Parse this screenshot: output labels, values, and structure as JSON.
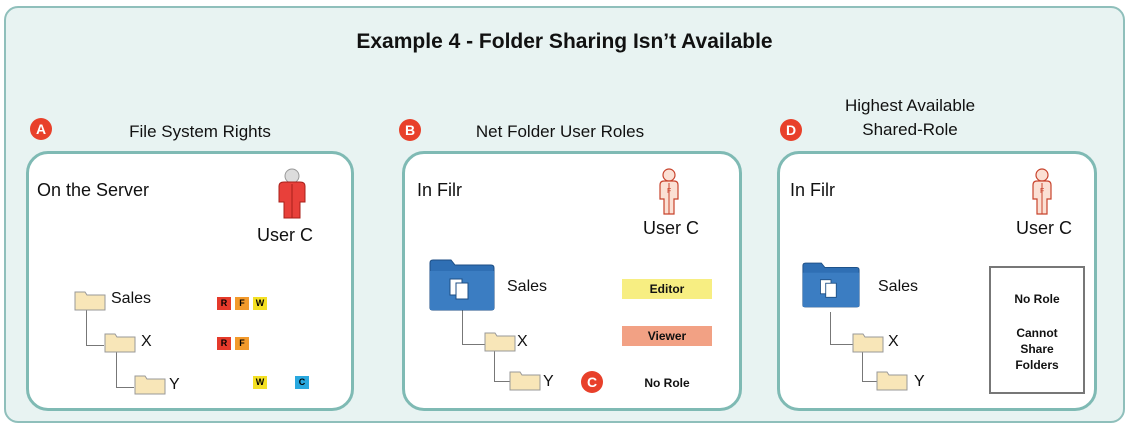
{
  "title": "Example 4 - Folder Sharing Isn’t Available",
  "sections": {
    "a": {
      "badge": "A",
      "title": "File System Rights",
      "location": "On the Server",
      "user": "User C"
    },
    "b": {
      "badge": "B",
      "title": "Net Folder User Roles",
      "location": "In Filr",
      "user": "User C"
    },
    "d": {
      "badge": "D",
      "title_line1": "Highest Available",
      "title_line2": "Shared-Role",
      "location": "In Filr",
      "user": "User C"
    }
  },
  "folders": {
    "sales": "Sales",
    "x": "X",
    "y": "Y"
  },
  "rights": {
    "sales": [
      "R",
      "F",
      "W"
    ],
    "x": [
      "R",
      "F"
    ],
    "y": [
      "W",
      "C"
    ]
  },
  "rights_colors": {
    "R": "#e53a2b",
    "F": "#f39a2b",
    "W": "#f4e023",
    "C": "#29a8df"
  },
  "roles": {
    "sales": "Editor",
    "x": "Viewer",
    "y": "No Role",
    "badge_c": "C"
  },
  "role_colors": {
    "editor": "#f7ee82",
    "viewer": "#f2a184"
  },
  "highest": {
    "role": "No Role",
    "line1": "Cannot",
    "line2": "Share",
    "line3": "Folders"
  }
}
